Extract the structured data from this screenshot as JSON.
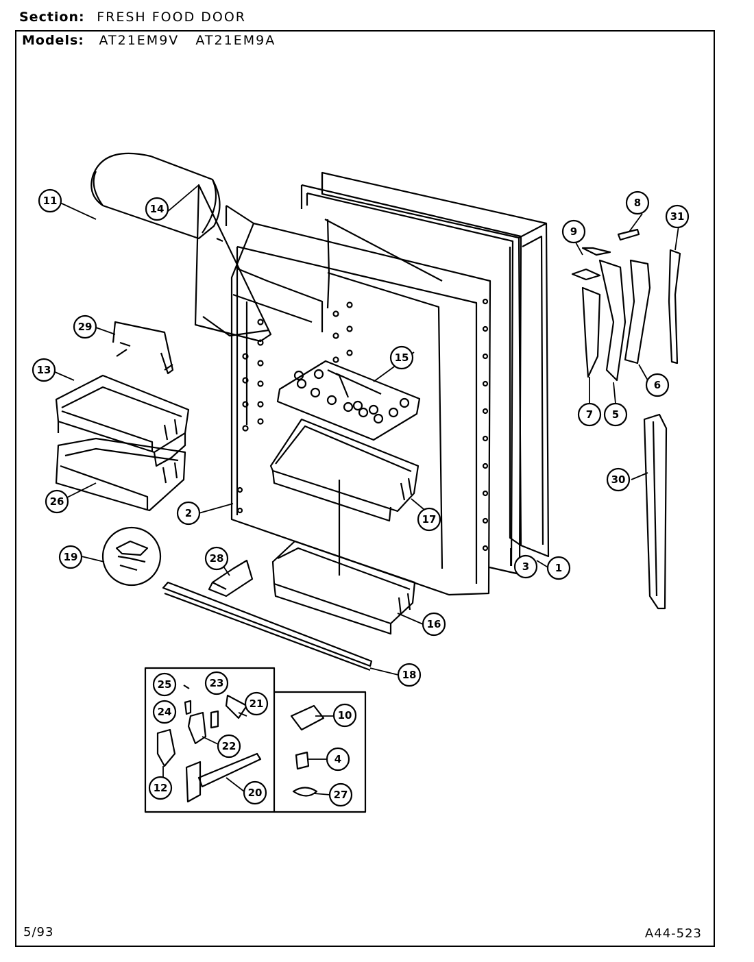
{
  "header": {
    "section_label": "Section:",
    "section_value": "FRESH FOOD DOOR",
    "models_label": "Models:",
    "models_value": "AT21EM9V   AT21EM9A"
  },
  "footer": {
    "date": "5/93",
    "diagram_code": "A44-523"
  },
  "callouts": [
    "1",
    "2",
    "3",
    "4",
    "5",
    "6",
    "7",
    "8",
    "9",
    "10",
    "11",
    "12",
    "13",
    "14",
    "15",
    "16",
    "17",
    "18",
    "19",
    "20",
    "21",
    "22",
    "23",
    "24",
    "25",
    "26",
    "27",
    "28",
    "29",
    "30",
    "31"
  ]
}
